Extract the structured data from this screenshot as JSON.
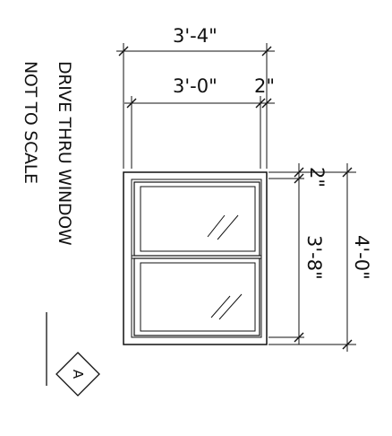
{
  "drawing": {
    "title": "DRIVE THRU WINDOW",
    "scale_note": "NOT TO SCALE",
    "detail_tag": "A"
  },
  "dimensions": {
    "overall_width": "3'-4\"",
    "inner_width": "3'-0\"",
    "frame_width": "2\"",
    "top_frame": "2\"",
    "inner_height": "3'-8\"",
    "overall_height": "4'-0\""
  },
  "colors": {
    "line": "#111111",
    "background": "#ffffff"
  }
}
